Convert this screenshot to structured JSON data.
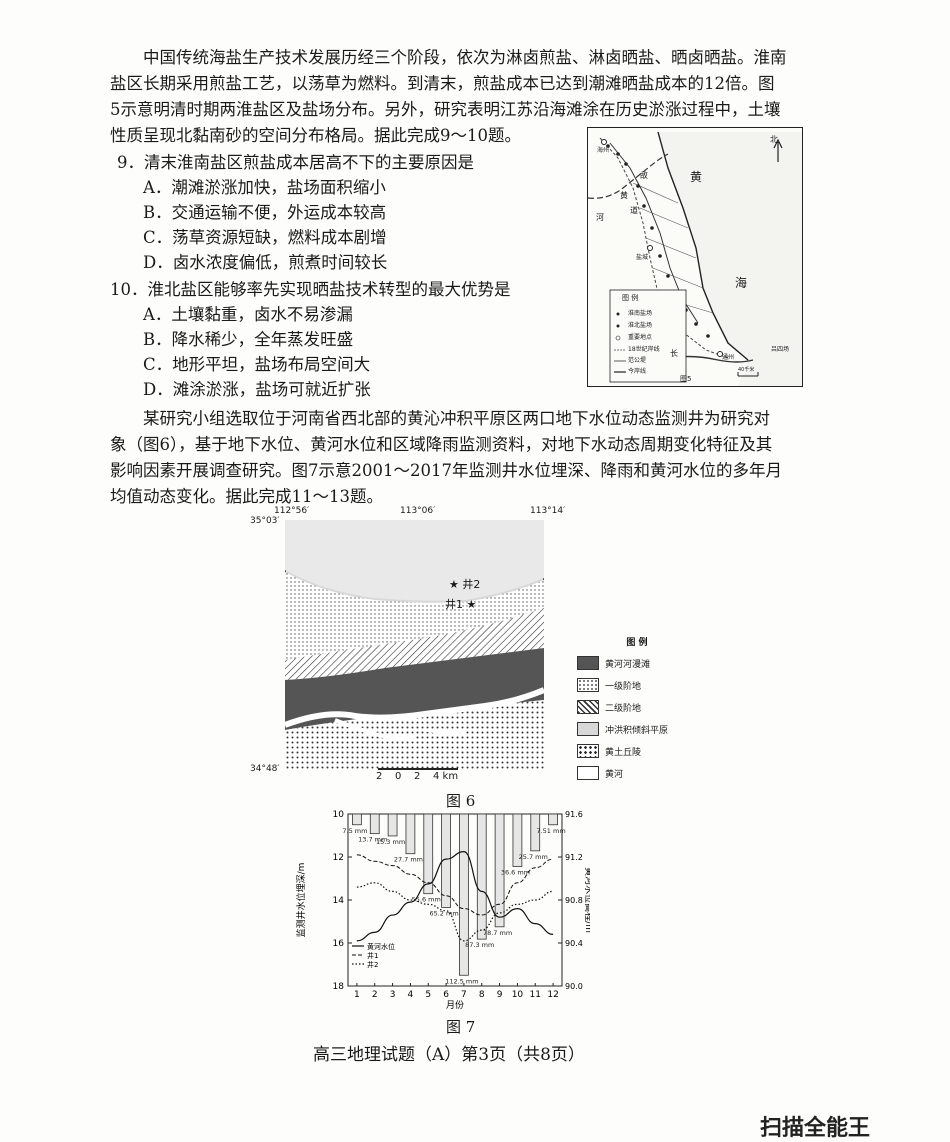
{
  "passage1": {
    "lines": [
      "中国传统海盐生产技术发展历经三个阶段，依次为淋卤煎盐、淋卤晒盐、晒卤晒盐。淮南",
      "盐区长期采用煎盐工艺，以荡草为燃料。到清末，煎盐成本已达到潮滩晒盐成本的12倍。图",
      "5示意明清时期两淮盐区及盐场分布。另外，研究表明江苏沿海滩涂在历史淤涨过程中，土壤",
      "性质呈现北黏南砂的空间分布格局。据此完成9～10题。"
    ]
  },
  "q9": {
    "stem": "9．清末淮南盐区煎盐成本居高不下的主要原因是",
    "options": [
      "A．潮滩淤涨加快，盐场面积缩小",
      "B．交通运输不便，外运成本较高",
      "C．荡草资源短缺，燃料成本剧增",
      "D．卤水浓度偏低，煎煮时间较长"
    ]
  },
  "q10": {
    "stem": "10．淮北盐区能够率先实现晒盐技术转型的最大优势是",
    "options": [
      "A．土壤黏重，卤水不易渗漏",
      "B．降水稀少，全年蒸发旺盛",
      "C．地形平坦，盐场布局空间大",
      "D．滩涂淤涨，盐场可就近扩张"
    ]
  },
  "fig5": {
    "caption": "图5",
    "north": "北",
    "labels": {
      "sea1": "黄",
      "sea2": "海",
      "river1": "黄",
      "river2": "河",
      "river3": "故",
      "river4": "道",
      "place1": "海州",
      "place2": "盐城",
      "place3": "通州",
      "place4": "吕四场",
      "yangtze": "长",
      "scale": "40千米"
    },
    "legend_title": "图 例",
    "legend": [
      "淮南盐场",
      "淮北盐场",
      "重要地点",
      "18世纪岸线",
      "范公堤",
      "今岸线"
    ]
  },
  "passage2": {
    "lines": [
      "某研究小组选取位于河南省西北部的黄沁冲积平原区两口地下水位动态监测井为研究对",
      "象（图6），基于地下水位、黄河水位和区域降雨监测资料，对地下水动态周期变化特征及其",
      "影响因素开展调查研究。图7示意2001～2017年监测井水位埋深、降雨和黄河水位的多年月",
      "均值动态变化。据此完成11～13题。"
    ]
  },
  "fig6": {
    "caption": "图 6",
    "lon_ticks": [
      "112°56′",
      "113°06′",
      "113°14′"
    ],
    "lat_ticks": [
      "35°03′",
      "34°48′"
    ],
    "wells": [
      "★ 井2",
      "井1 ★"
    ],
    "scale": [
      "2",
      "0",
      "2",
      "4 km"
    ],
    "legend_title": "图 例",
    "legend": [
      "黄河河漫滩",
      "一级阶地",
      "二级阶地",
      "冲洪积倾斜平原",
      "黄土丘陵",
      "黄河"
    ]
  },
  "chart_data": {
    "type": "line",
    "x": [
      1,
      2,
      3,
      4,
      5,
      6,
      7,
      8,
      9,
      10,
      11,
      12
    ],
    "xlabel": "月份",
    "ylabel": "监测井水位埋深/m",
    "y2label": "黄河水位高程/m",
    "ylim": [
      18,
      10
    ],
    "y2lim": [
      90.0,
      91.6
    ],
    "yticks": [
      "10",
      "12",
      "14",
      "16",
      "18"
    ],
    "y2ticks": [
      "91.6",
      "91.2",
      "90.8",
      "90.4",
      "90.0"
    ],
    "precipitation": {
      "values_mm": [
        7.5,
        13.7,
        15.3,
        27.7,
        55.6,
        65.2,
        112.5,
        87.3,
        78.7,
        36.6,
        25.7,
        7.51
      ],
      "labels": [
        "7.5 mm",
        "13.7 mm",
        "15.3 mm",
        "27.7 mm",
        "55.6 mm",
        "65.2 mm",
        "112.5 mm",
        "87.3 mm",
        "78.7 mm",
        "36.6 mm",
        "25.7 mm",
        "7.51 mm"
      ]
    },
    "series": [
      {
        "name": "黄河水位",
        "axis": "right",
        "values": [
          90.42,
          90.5,
          90.66,
          90.78,
          90.95,
          91.18,
          91.25,
          90.88,
          90.64,
          90.72,
          90.58,
          90.48
        ]
      },
      {
        "name": "井1",
        "axis": "left",
        "values": [
          11.9,
          12.2,
          12.4,
          12.8,
          13.2,
          13.8,
          14.4,
          14.7,
          14.2,
          13.2,
          12.5,
          12.1
        ]
      },
      {
        "name": "井2",
        "axis": "left",
        "values": [
          13.4,
          13.2,
          13.6,
          14.0,
          14.2,
          14.5,
          15.9,
          15.4,
          14.6,
          14.2,
          14.0,
          13.6
        ]
      }
    ],
    "caption": "图 7"
  },
  "footer": "高三地理试题（A）第3页（共8页）",
  "watermark": "扫描全能王"
}
